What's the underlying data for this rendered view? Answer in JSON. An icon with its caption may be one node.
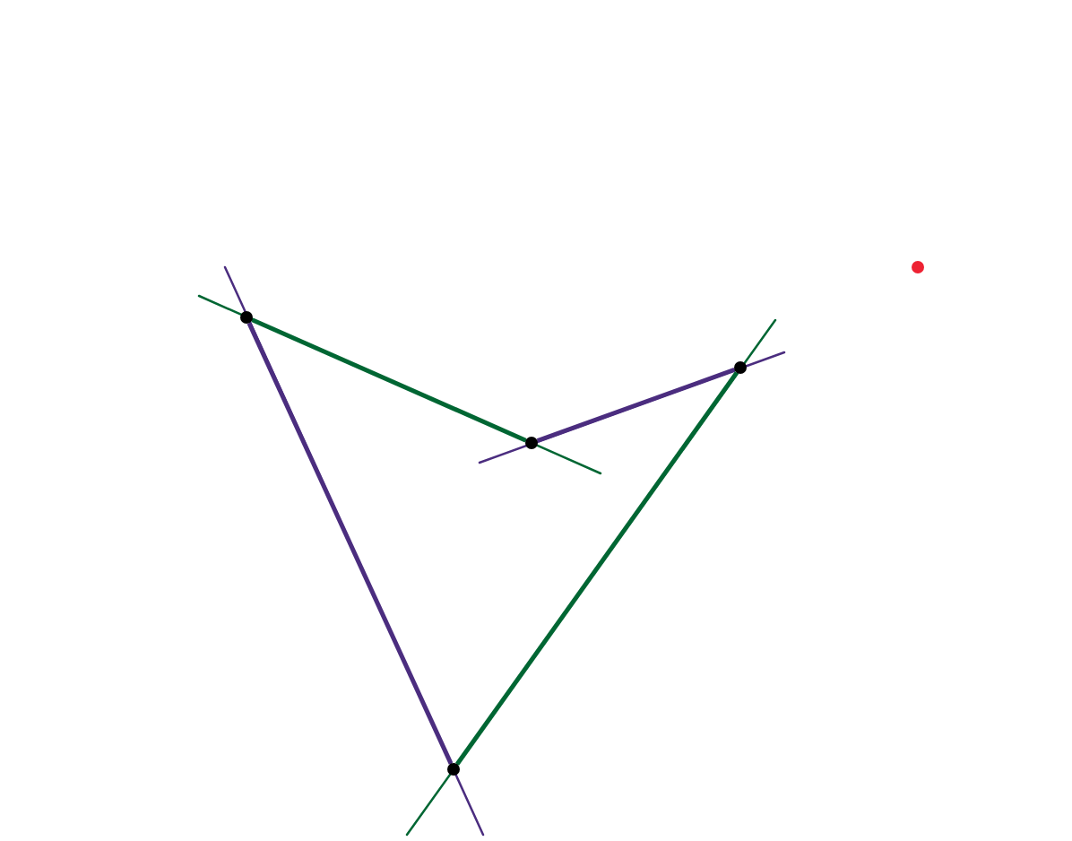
{
  "diagram": {
    "nodes": [
      {
        "text": [],
        "shape": "circle"
      },
      {
        "text": [],
        "shape": "circle"
      },
      {
        "text": [],
        "shape": "circle"
      },
      {
        "text": [],
        "shape": "circle"
      },
      {
        "text": [],
        "shape": "circle"
      }
    ],
    "edges": [
      {
        "from": 0,
        "to": 2,
        "arrow": "none",
        "color": "#006633"
      },
      {
        "from": 2,
        "to": 3,
        "arrow": "none",
        "color": "#4b2d7f"
      },
      {
        "from": 3,
        "to": 1,
        "arrow": "none",
        "color": "#006633"
      },
      {
        "from": 1,
        "to": 0,
        "arrow": "none",
        "color": "#4b2d7f"
      }
    ]
  }
}
